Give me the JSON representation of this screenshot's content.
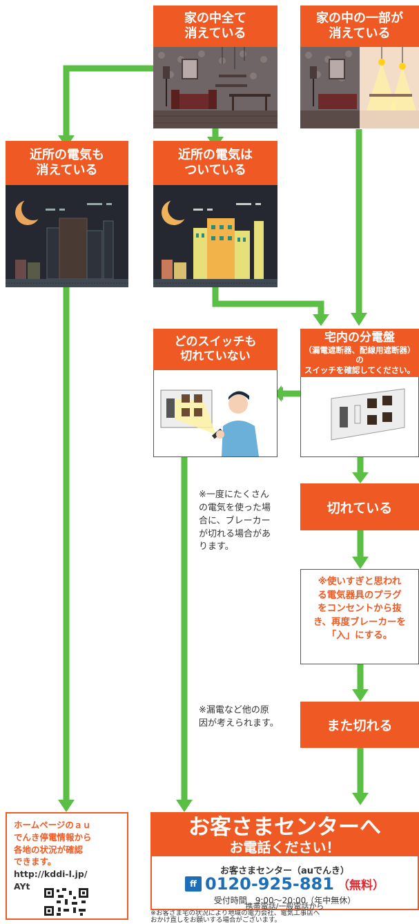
{
  "colors": {
    "orange": "#ef5a24",
    "green": "#5bbf45"
  },
  "box_all_out": {
    "line1": "家の中全て",
    "line2": "消えている"
  },
  "box_partial_out": {
    "line1": "家の中の一部が",
    "line2": "消えている"
  },
  "box_neighbor_out": {
    "line1": "近所の電気も",
    "line2": "消えている"
  },
  "box_neighbor_on": {
    "line1": "近所の電気は",
    "line2": "ついている"
  },
  "box_no_switch": {
    "line1": "どのスイッチも",
    "line2": "切れていない"
  },
  "box_panel": {
    "line1": "宅内の分電盤",
    "line2": "（漏電遮断器、配線用遮断器）の",
    "line3": "スイッチを確認してください。"
  },
  "box_tripped": {
    "label": "切れている"
  },
  "box_advice": {
    "lines": [
      "※使いすぎと思われ",
      "る電気器具のプラグ",
      "をコンセントから抜",
      "き、再度ブレーカーを",
      "「入」にする。"
    ]
  },
  "box_trips_again": {
    "label": "また切れる"
  },
  "note_breaker": {
    "lines": [
      "※一度にたくさん",
      "の電気を使った場",
      "合に、ブレーカー",
      "が切れる場合があ",
      "ります。"
    ]
  },
  "note_leak": {
    "lines": [
      "※漏電など他の原",
      "因が考えられます。"
    ]
  },
  "homepage_box": {
    "lines": [
      "ホームページのａｕ",
      "でんき停電情報から",
      "各地の状況が確認",
      "できます。"
    ],
    "url_lines": [
      "http://kddi-l.jp/",
      "AYt"
    ]
  },
  "contact": {
    "title1": "お客さまセンターへ",
    "title2": "お電話ください！",
    "center_name": "お客さまセンター（auでんき）",
    "freedial_label": "フリーコール",
    "phone": "0120-925-881",
    "free": "（無料）",
    "hours": "受付時間　9:00〜20:00（年中無休）",
    "from": "携帯電話/一般電話から"
  },
  "footer_note": {
    "line1": "※お客さま宅の状況により地域の電力会社、電気工事店へ",
    "line2": "おかけ直しをお願いする場合がございます。"
  }
}
